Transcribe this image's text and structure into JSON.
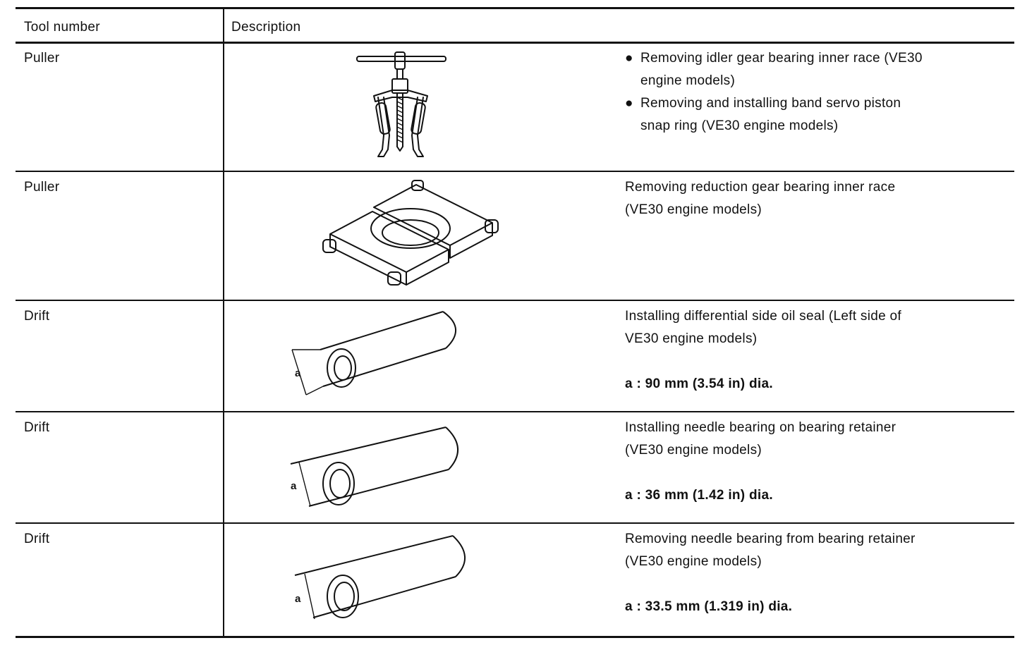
{
  "table": {
    "headers": {
      "tool_number": "Tool number",
      "description": "Description"
    },
    "rows": [
      {
        "tool": "Puller",
        "illustration": "two-jaw-puller",
        "bullets": [
          [
            "Removing idler gear bearing inner race (VE30",
            "engine models)"
          ],
          [
            "Removing and installing band servo piston",
            "snap ring (VE30 engine models)"
          ]
        ]
      },
      {
        "tool": "Puller",
        "illustration": "bearing-splitter",
        "lines": [
          "Removing reduction gear bearing inner race",
          "(VE30 engine models)"
        ]
      },
      {
        "tool": "Drift",
        "illustration": "drift",
        "dim_label": "a",
        "lines": [
          "Installing differential side oil seal (Left side of",
          "VE30 engine models)"
        ],
        "spec": "a : 90 mm (3.54 in) dia."
      },
      {
        "tool": "Drift",
        "illustration": "drift",
        "dim_label": "a",
        "lines": [
          "Installing needle bearing on bearing retainer",
          "(VE30 engine models)"
        ],
        "spec": "a : 36 mm (1.42 in) dia."
      },
      {
        "tool": "Drift",
        "illustration": "drift",
        "dim_label": "a",
        "lines": [
          "Removing needle bearing from bearing retainer",
          "(VE30 engine models)"
        ],
        "spec": "a : 33.5 mm (1.319 in) dia."
      }
    ]
  }
}
